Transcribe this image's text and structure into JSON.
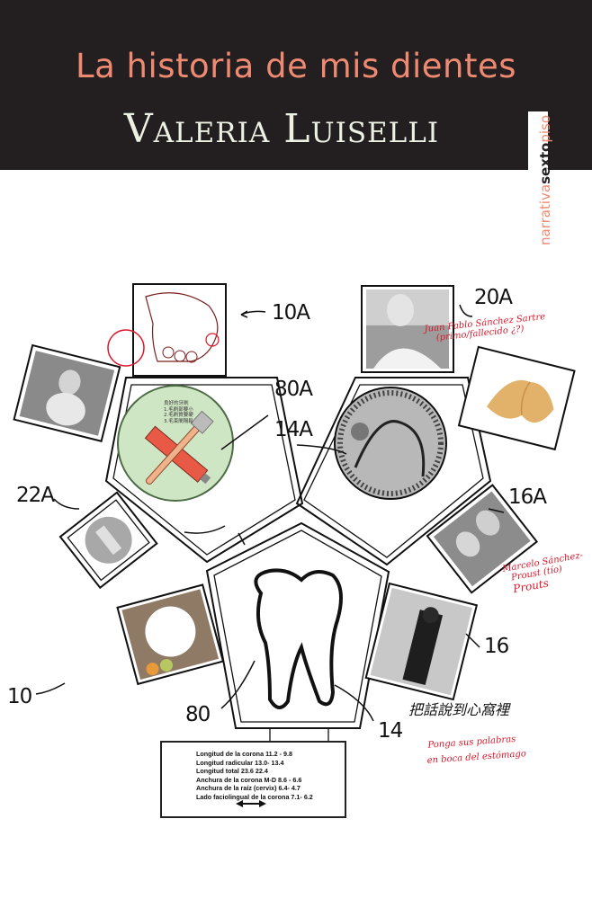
{
  "cover": {
    "title": "La historia de mis dientes",
    "author": "Valeria Luiselli",
    "imprint": {
      "part1": "narrativa",
      "part2": "sexto",
      "part3": "piso"
    },
    "colors": {
      "header_bg": "#231f20",
      "title": "#ee8a71",
      "author": "#edf1e4",
      "annotation_red": "#d9182b",
      "toothpaste_disc": "#cfe6c4"
    }
  },
  "diagram": {
    "labels": {
      "l10A": "10A",
      "l20A": "20A",
      "l80A": "80A",
      "l14A": "14A",
      "l22A": "22A",
      "l16A": "16A",
      "l10": "10",
      "l80": "80",
      "l16": "16",
      "l14": "14"
    },
    "chinese_caption": "把話說到心窩裡",
    "disc_caption": [
      "良好的牙刷",
      "1.毛刷部要小",
      "2.毛刷質要硬",
      "3.毛束間隔鬆"
    ],
    "annotations": {
      "sartre": [
        "Juan Pablo Sánchez Sartre",
        "(primo/fallecido ¿?)"
      ],
      "brothers": [
        "Marcelo Sánchez-",
        "Proust (tío)",
        "Prouts"
      ],
      "caption_note": [
        "Ponga sus palabras",
        "en boca del estómago"
      ]
    },
    "spec_table": [
      "Longitud de la corona 11.2 - 9.8",
      "Longitud radicular 13.0- 13.4",
      "Longitud total 23.6 22.4",
      "Anchura de la corona M-D 8.6 - 6.6",
      "Anchura de la raíz (cervix) 6.4- 4.7",
      "Lado faciolingual de la corona 7.1- 6.2"
    ]
  }
}
